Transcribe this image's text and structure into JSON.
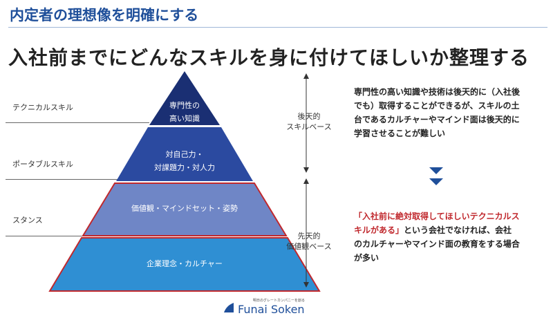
{
  "header": {
    "title": "内定者の理想像を明確にする"
  },
  "headline": "入社前までにどんなスキルを身に付けてほしいか整理する",
  "levels": [
    {
      "label": "テクニカルスキル"
    },
    {
      "label": "ポータブルスキル"
    },
    {
      "label": "スタンス"
    }
  ],
  "pyramid": {
    "tier1": {
      "line1": "専門性の",
      "line2": "高い知識"
    },
    "tier2": {
      "line1": "対自己力・",
      "line2": "対課題力・対人力"
    },
    "tier3": {
      "text": "価値観・マインドセット・姿勢"
    },
    "tier4": {
      "text": "企業理念・カルチャー"
    }
  },
  "arrows": {
    "upper": {
      "line1": "後天的",
      "line2": "スキルベース"
    },
    "lower": {
      "line1": "先天的",
      "line2": "価値観ベース"
    }
  },
  "description": {
    "top": "専門性の高い知識や技術は後天的に（入社後でも）取得することができるが、スキルの土台であるカルチャーやマインド面は後天的に学習させることが難しい",
    "bottom_red": "「入社前に絶対取得してほしいテクニカルスキルがある」",
    "bottom_rest": "という会社でなければ、会社のカルチャーやマインド面の教育をする場合が多い"
  },
  "footer": {
    "tagline": "明日のグレートカンパニーを創る",
    "name": "Funai Soken"
  },
  "colors": {
    "accent": "#1f4f9a",
    "tier1": "#1a2f73",
    "tier2": "#2b4aa0",
    "tier3": "#6f86c6",
    "tier4": "#2f8fd3",
    "outline_red": "#c0282d"
  }
}
